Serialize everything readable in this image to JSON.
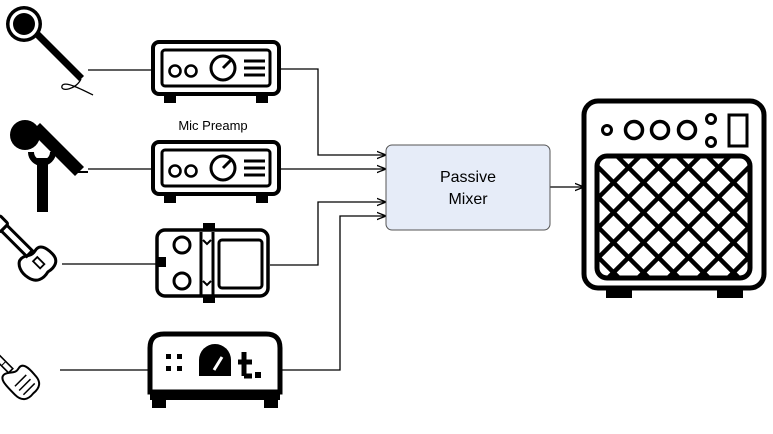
{
  "preamp_label": "Mic Preamp",
  "mixer": {
    "line1": "Passive",
    "line2": "Mixer",
    "fill": "#e6ecf8",
    "border": "#555555"
  },
  "sources": [
    {
      "name": "microphone-handheld-icon"
    },
    {
      "name": "microphone-on-stand-icon"
    },
    {
      "name": "electric-guitar-icon"
    },
    {
      "name": "bass-guitar-icon"
    }
  ],
  "processors": [
    {
      "name": "mic-preamp-unit-icon"
    },
    {
      "name": "mic-preamp-unit-icon"
    },
    {
      "name": "effects-pedal-icon"
    },
    {
      "name": "bass-di-box-icon"
    }
  ],
  "output": {
    "name": "guitar-amplifier-icon"
  }
}
